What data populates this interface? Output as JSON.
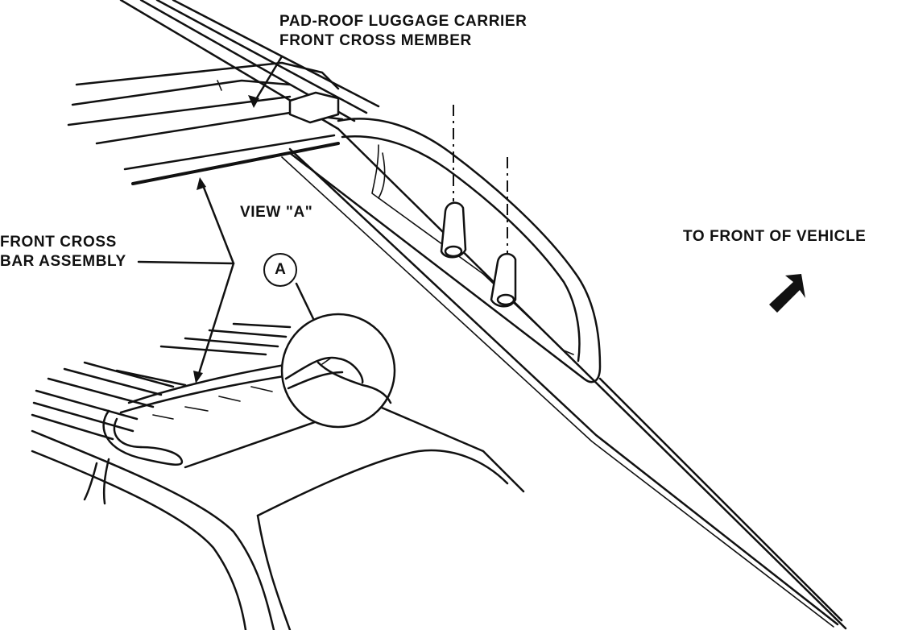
{
  "labels": {
    "pad_roof_line1": "PAD-ROOF LUGGAGE CARRIER",
    "pad_roof_line2": "FRONT CROSS MEMBER",
    "front_cross_line1": "FRONT CROSS",
    "front_cross_line2": "BAR ASSEMBLY",
    "view_a": "VIEW \"A\"",
    "to_front": "TO FRONT OF VEHICLE",
    "callout_a": "A"
  },
  "icons": {
    "direction_arrow": "arrow-down-left-icon",
    "detail_circle": "magnifier-circle"
  }
}
